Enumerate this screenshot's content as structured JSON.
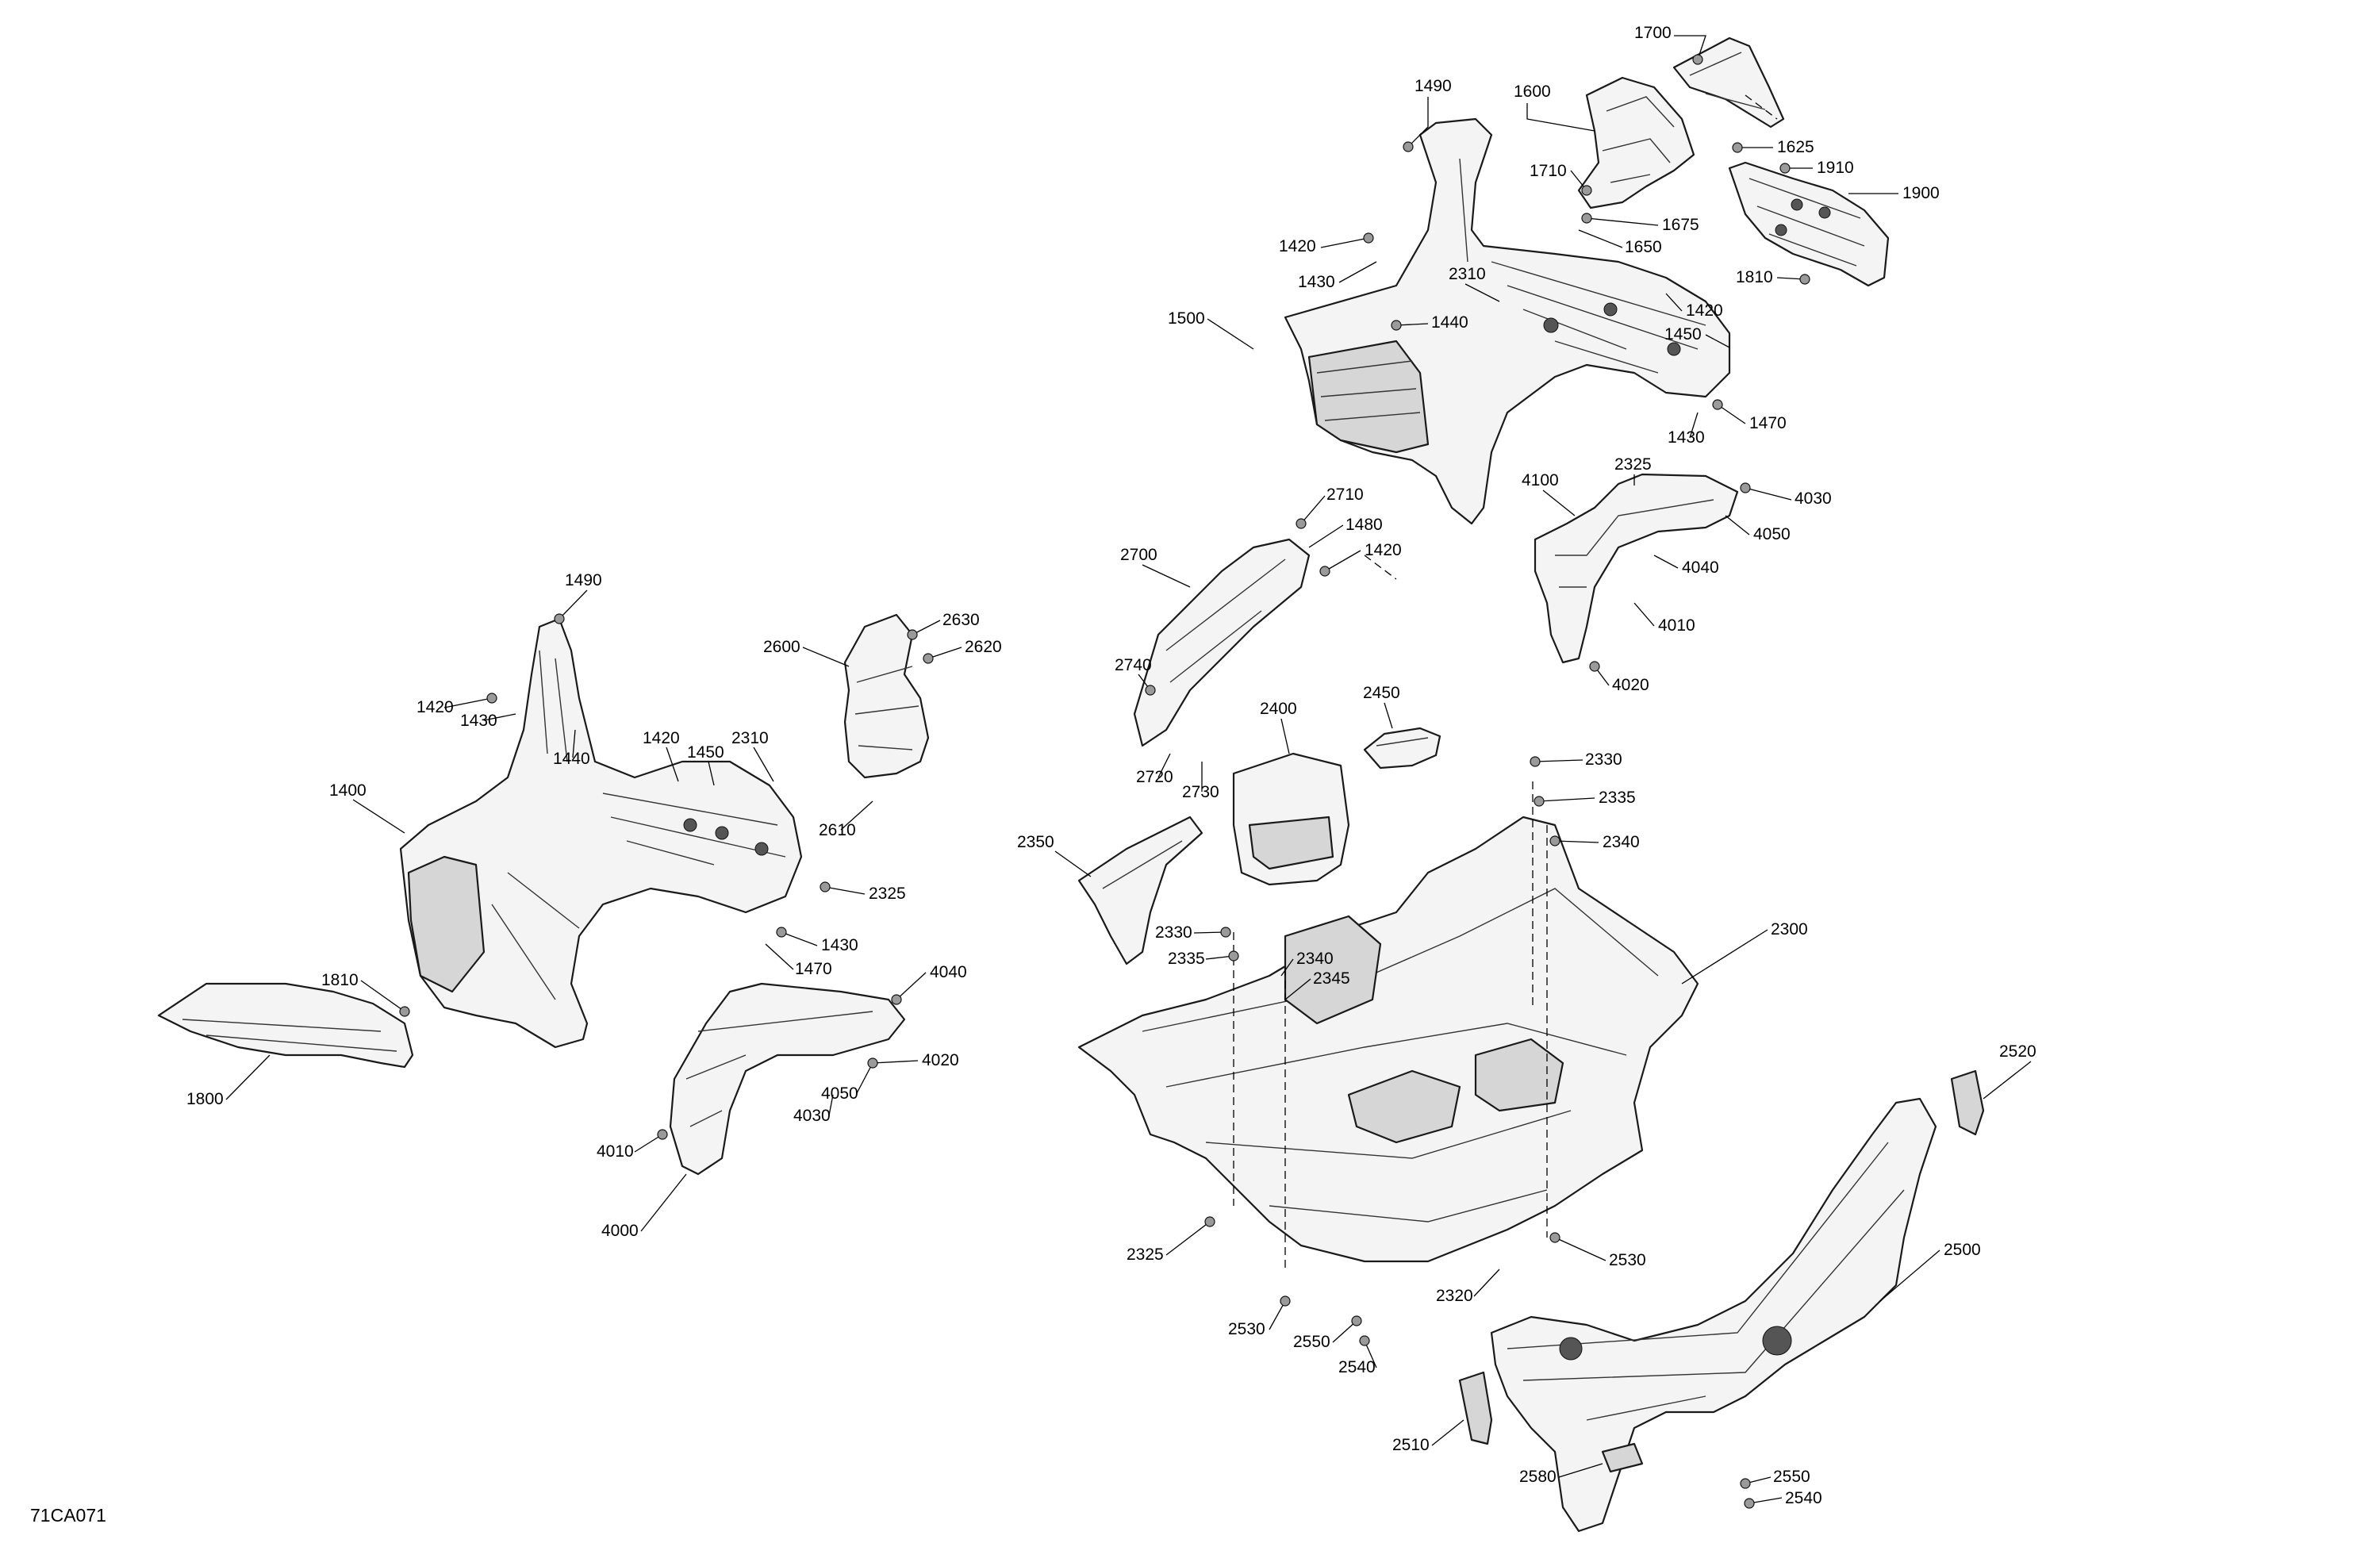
{
  "diagram": {
    "reference_code": "71CA071",
    "callouts": [
      {
        "id": "c1700",
        "label": "1700"
      },
      {
        "id": "c1490a",
        "label": "1490"
      },
      {
        "id": "c1600",
        "label": "1600"
      },
      {
        "id": "c1625",
        "label": "1625"
      },
      {
        "id": "c1910",
        "label": "1910"
      },
      {
        "id": "c1710",
        "label": "1710"
      },
      {
        "id": "c1900",
        "label": "1900"
      },
      {
        "id": "c1675",
        "label": "1675"
      },
      {
        "id": "c1420a",
        "label": "1420"
      },
      {
        "id": "c1650",
        "label": "1650"
      },
      {
        "id": "c2310a",
        "label": "2310"
      },
      {
        "id": "c1430a",
        "label": "1430"
      },
      {
        "id": "c1810a",
        "label": "1810"
      },
      {
        "id": "c1420b",
        "label": "1420"
      },
      {
        "id": "c1500",
        "label": "1500"
      },
      {
        "id": "c1440a",
        "label": "1440"
      },
      {
        "id": "c1450a",
        "label": "1450"
      },
      {
        "id": "c1470a",
        "label": "1470"
      },
      {
        "id": "c1430b",
        "label": "1430"
      },
      {
        "id": "c2325a",
        "label": "2325"
      },
      {
        "id": "c4100",
        "label": "4100"
      },
      {
        "id": "c4030a",
        "label": "4030"
      },
      {
        "id": "c4050a",
        "label": "4050"
      },
      {
        "id": "c2710",
        "label": "2710"
      },
      {
        "id": "c1480",
        "label": "1480"
      },
      {
        "id": "c1420c",
        "label": "1420"
      },
      {
        "id": "c4040a",
        "label": "4040"
      },
      {
        "id": "c2700",
        "label": "2700"
      },
      {
        "id": "c4010a",
        "label": "4010"
      },
      {
        "id": "c1490b",
        "label": "1490"
      },
      {
        "id": "c2630",
        "label": "2630"
      },
      {
        "id": "c2620",
        "label": "2620"
      },
      {
        "id": "c2600",
        "label": "2600"
      },
      {
        "id": "c4020a",
        "label": "4020"
      },
      {
        "id": "c2740",
        "label": "2740"
      },
      {
        "id": "c1420d",
        "label": "1420"
      },
      {
        "id": "c1430c",
        "label": "1430"
      },
      {
        "id": "c2450",
        "label": "2450"
      },
      {
        "id": "c2400",
        "label": "2400"
      },
      {
        "id": "c1420e",
        "label": "1420"
      },
      {
        "id": "c1450b",
        "label": "1450"
      },
      {
        "id": "c2310b",
        "label": "2310"
      },
      {
        "id": "c1440b",
        "label": "1440"
      },
      {
        "id": "c2330a",
        "label": "2330"
      },
      {
        "id": "c2720",
        "label": "2720"
      },
      {
        "id": "c2730",
        "label": "2730"
      },
      {
        "id": "c1400",
        "label": "1400"
      },
      {
        "id": "c2335a",
        "label": "2335"
      },
      {
        "id": "c2610",
        "label": "2610"
      },
      {
        "id": "c2340a",
        "label": "2340"
      },
      {
        "id": "c2350",
        "label": "2350"
      },
      {
        "id": "c2325b",
        "label": "2325"
      },
      {
        "id": "c2330b",
        "label": "2330"
      },
      {
        "id": "c2300",
        "label": "2300"
      },
      {
        "id": "c1430d",
        "label": "1430"
      },
      {
        "id": "c2335b",
        "label": "2335"
      },
      {
        "id": "c1470b",
        "label": "1470"
      },
      {
        "id": "c2340b",
        "label": "2340"
      },
      {
        "id": "c4040b",
        "label": "4040"
      },
      {
        "id": "c2345",
        "label": "2345"
      },
      {
        "id": "c1810b",
        "label": "1810"
      },
      {
        "id": "c4020b",
        "label": "4020"
      },
      {
        "id": "c2520",
        "label": "2520"
      },
      {
        "id": "c4050b",
        "label": "4050"
      },
      {
        "id": "c1800",
        "label": "1800"
      },
      {
        "id": "c4030b",
        "label": "4030"
      },
      {
        "id": "c4010b",
        "label": "4010"
      },
      {
        "id": "c4000",
        "label": "4000"
      },
      {
        "id": "c2500",
        "label": "2500"
      },
      {
        "id": "c2325c",
        "label": "2325"
      },
      {
        "id": "c2530a",
        "label": "2530"
      },
      {
        "id": "c2320",
        "label": "2320"
      },
      {
        "id": "c2530b",
        "label": "2530"
      },
      {
        "id": "c2550a",
        "label": "2550"
      },
      {
        "id": "c2540a",
        "label": "2540"
      },
      {
        "id": "c2510",
        "label": "2510"
      },
      {
        "id": "c2580",
        "label": "2580"
      },
      {
        "id": "c2550b",
        "label": "2550"
      },
      {
        "id": "c2540b",
        "label": "2540"
      }
    ]
  }
}
